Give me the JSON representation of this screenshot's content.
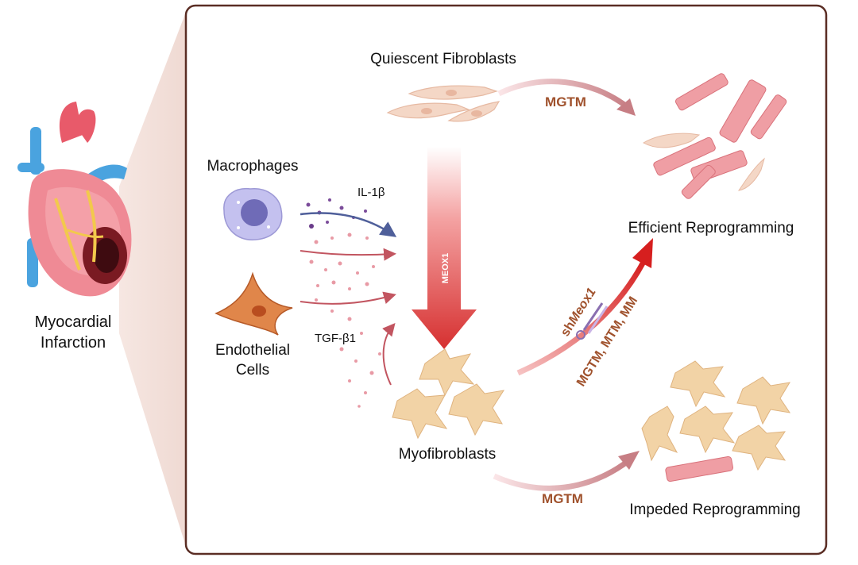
{
  "labels": {
    "myocardial_infarction": [
      "Myocardial",
      "Infarction"
    ],
    "quiescent_fibroblasts": "Quiescent Fibroblasts",
    "macrophages": "Macrophages",
    "endothelial_cells": [
      "Endothelial",
      "Cells"
    ],
    "myofibroblasts": "Myofibroblasts",
    "efficient_reprogramming": "Efficient Reprogramming",
    "impeded_reprogramming": "Impeded Reprogramming",
    "il1b": "IL-1β",
    "tgfb1": "TGF-β1",
    "meox1": "MEOX1",
    "mgtm_top": "MGTM",
    "mgtm_bottom": "MGTM",
    "shmeox1_prefix": "sh",
    "shmeox1_gene": "Meox1",
    "cocktails": "MGTM, MTM, MM"
  },
  "colors": {
    "panel_border": "#5a2d24",
    "wedge": "#f3e2dc",
    "arrow_red": "#d83a3a",
    "arrow_pink": "#c9848a",
    "factor_text": "#a0522d",
    "fibroblast": "#f4d7c6",
    "myofibroblast": "#f2d3a6",
    "cardiomyocyte": "#ef9ea4",
    "macrophage": "#b9b5e6",
    "endothelial": "#e0864a"
  }
}
